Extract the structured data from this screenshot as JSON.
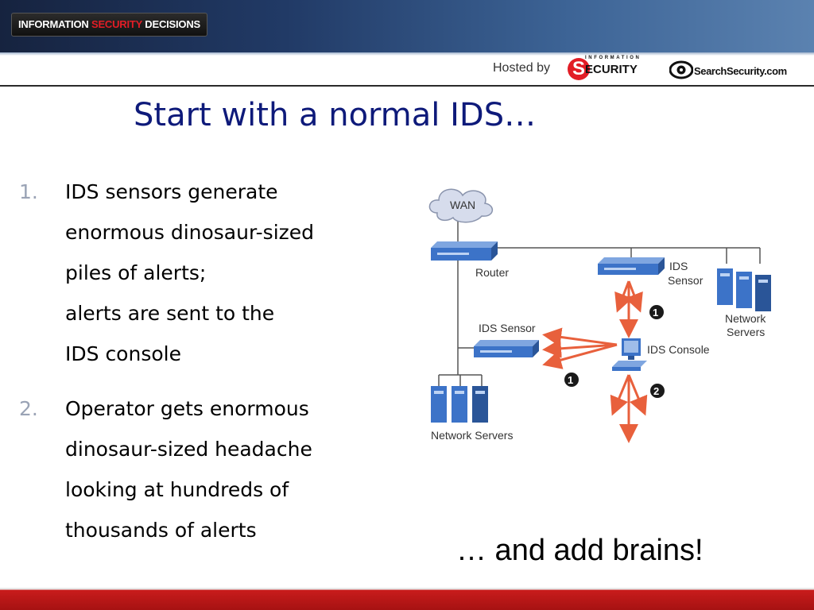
{
  "header": {
    "brand_part1": "INFORMATION ",
    "brand_accent": "SECURITY",
    "brand_part2": " DECISIONS",
    "hosted_by": "Hosted by",
    "logo_infosec_small": "INFORMATION",
    "logo_infosec_letter": "S",
    "logo_infosec_big": "ECURITY",
    "logo_searchsecurity": "SearchSecurity.com"
  },
  "slide": {
    "title": "Start with a normal IDS…",
    "bullets": [
      {
        "number": "1.",
        "lines": [
          "IDS sensors generate",
          "enormous dinosaur-sized",
          "piles of alerts;",
          "alerts are sent to the",
          "IDS console"
        ]
      },
      {
        "number": "2.",
        "lines": [
          "Operator gets enormous",
          "dinosaur-sized headache",
          "looking at hundreds of",
          "thousands of alerts"
        ]
      }
    ],
    "closing": "… and add brains!"
  },
  "diagram": {
    "wan": "WAN",
    "router": "Router",
    "ids_sensor_top_1": "IDS",
    "ids_sensor_top_2": "Sensor",
    "ids_sensor_left": "IDS Sensor",
    "ids_console": "IDS Console",
    "servers_right_1": "Network",
    "servers_right_2": "Servers",
    "servers_left": "Network Servers",
    "step_1": "1",
    "step_2": "2"
  },
  "colors": {
    "title": "#0e1a7a",
    "arrow": "#e8603c",
    "device": "#3c73c8",
    "accent_red": "#e21d26"
  }
}
